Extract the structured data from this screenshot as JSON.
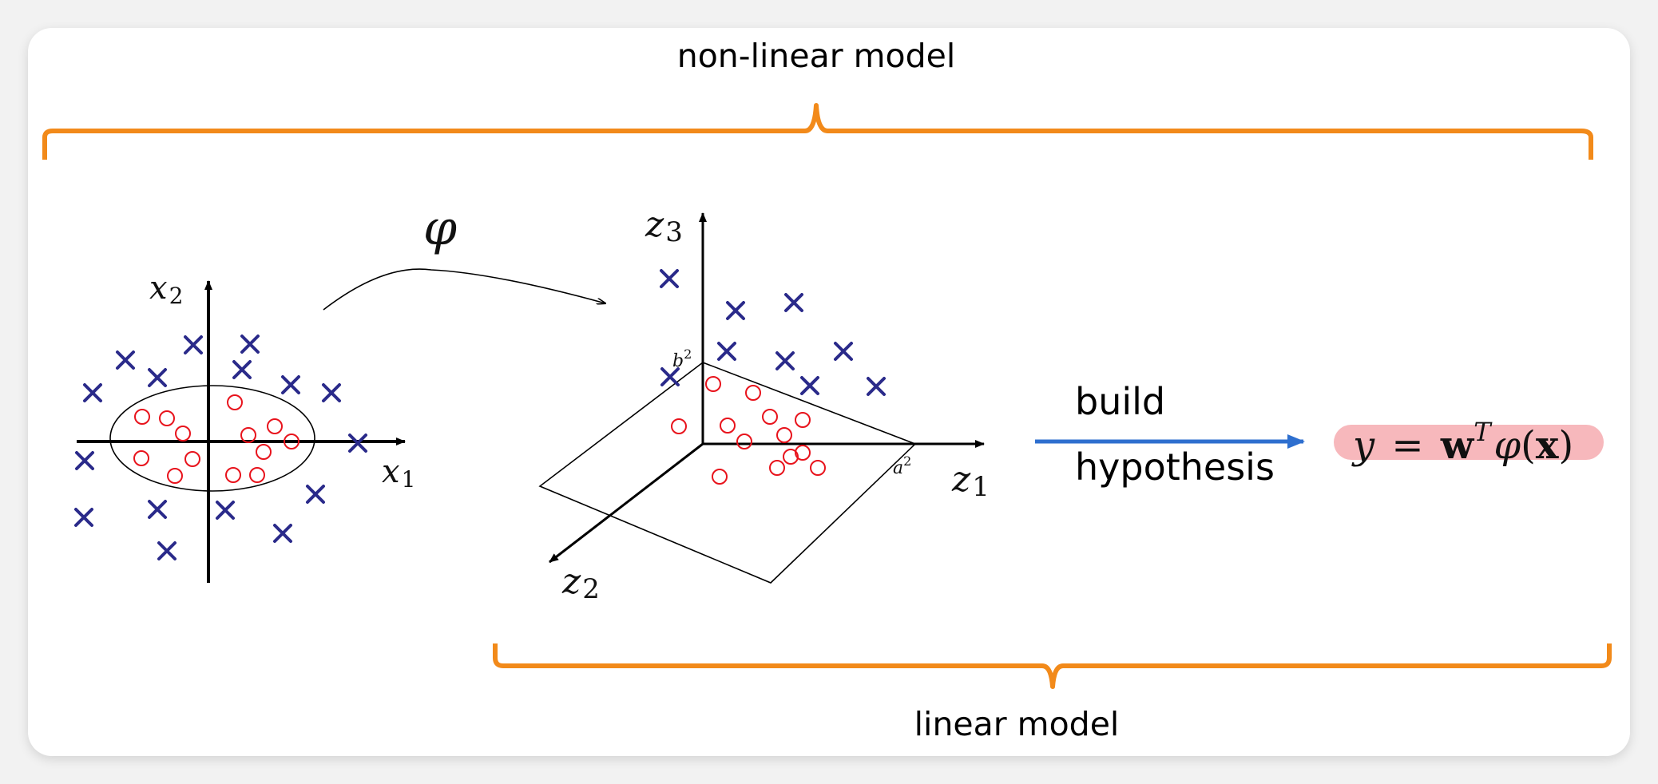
{
  "labels": {
    "top_caption": "non-linear model",
    "bottom_caption": "linear model",
    "mapping_symbol": "φ",
    "arrow_top": "build",
    "arrow_bottom": "hypothesis"
  },
  "input_space": {
    "x_axis_label": "x",
    "x_axis_sub": "1",
    "y_axis_label": "x",
    "y_axis_sub": "2"
  },
  "feature_space": {
    "z1_label": "z",
    "z1_sub": "1",
    "z2_label": "z",
    "z2_sub": "2",
    "z3_label": "z",
    "z3_sub": "3",
    "a_mark": "a",
    "a_exp": "2",
    "b_mark": "b",
    "b_exp": "2"
  },
  "formula": {
    "y": "y",
    "eq": "=",
    "w": "w",
    "T": "T",
    "phi": "φ",
    "open": "(",
    "x": "x",
    "close": ")"
  },
  "colors": {
    "bracket": "#f28a1a",
    "cross": "#2a2a8a",
    "circle": "#e8131c",
    "arrow": "#2e6fcf",
    "highlight": "#f7b8bc"
  }
}
